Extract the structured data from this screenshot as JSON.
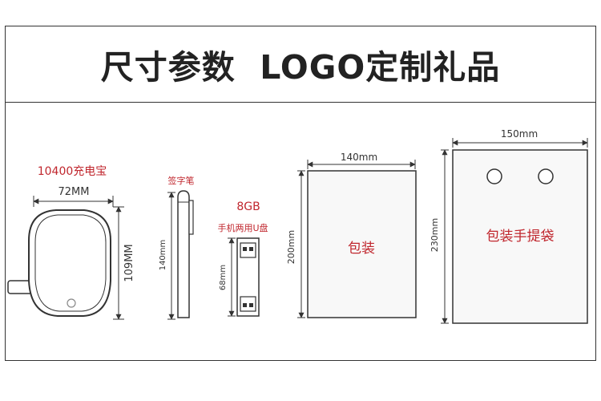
{
  "title": "尺寸参数  LOGO定制礼品",
  "colors": {
    "accent_red": "#c0262d",
    "line": "#333333"
  },
  "items": [
    {
      "name": "10400充电宝",
      "width_label": "72MM",
      "height_label": "109MM"
    },
    {
      "name": "签字笔",
      "height_label": "140mm"
    },
    {
      "capacity": "8GB",
      "name": "手机两用U盘",
      "height_label": "68mm"
    },
    {
      "name": "包装",
      "width_label": "140mm",
      "height_label": "200mm"
    },
    {
      "name": "包装手提袋",
      "width_label": "150mm",
      "height_label": "230mm"
    }
  ]
}
